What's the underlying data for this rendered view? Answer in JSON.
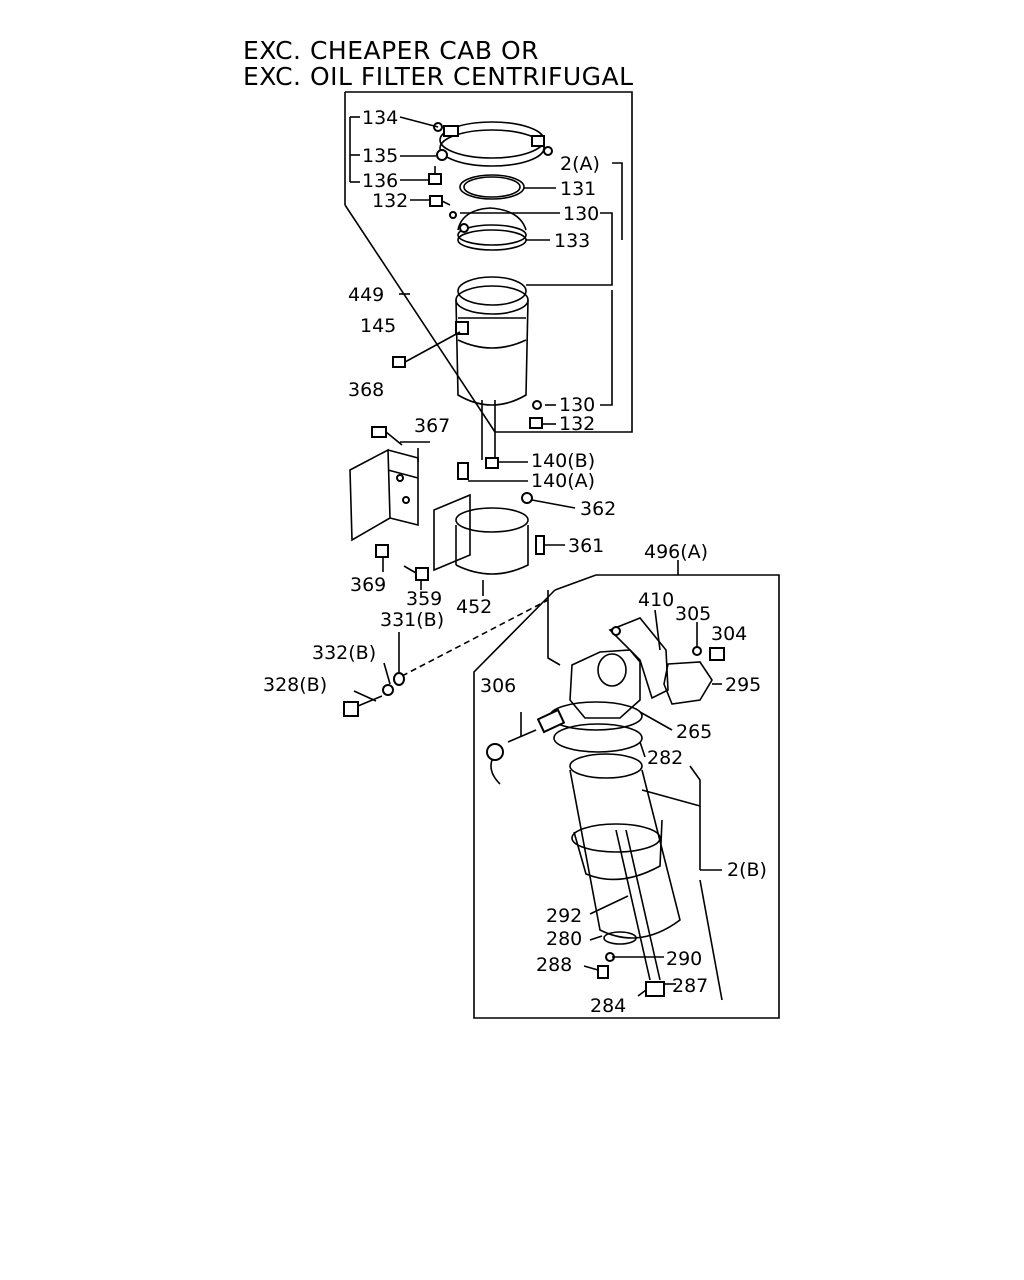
{
  "title": {
    "line1": "EXC. CHEAPER CAB OR",
    "line2": "EXC. OIL FILTER CENTRIFUGAL"
  },
  "callouts": [
    {
      "id": "c134",
      "text": "134"
    },
    {
      "id": "c135",
      "text": "135"
    },
    {
      "id": "c136",
      "text": "136"
    },
    {
      "id": "c132a",
      "text": "132"
    },
    {
      "id": "c2a",
      "text": "2(A)"
    },
    {
      "id": "c131",
      "text": "131"
    },
    {
      "id": "c130a",
      "text": "130"
    },
    {
      "id": "c133",
      "text": "133"
    },
    {
      "id": "c449",
      "text": "449"
    },
    {
      "id": "c145",
      "text": "145"
    },
    {
      "id": "c368",
      "text": "368"
    },
    {
      "id": "c130b",
      "text": "130"
    },
    {
      "id": "c132b",
      "text": "132"
    },
    {
      "id": "c367",
      "text": "367"
    },
    {
      "id": "c140b",
      "text": "140(B)"
    },
    {
      "id": "c140a",
      "text": "140(A)"
    },
    {
      "id": "c362",
      "text": "362"
    },
    {
      "id": "c361",
      "text": "361"
    },
    {
      "id": "c369",
      "text": "369"
    },
    {
      "id": "c359",
      "text": "359"
    },
    {
      "id": "c452",
      "text": "452"
    },
    {
      "id": "c496a",
      "text": "496(A)"
    },
    {
      "id": "c410",
      "text": "410"
    },
    {
      "id": "c305",
      "text": "305"
    },
    {
      "id": "c304",
      "text": "304"
    },
    {
      "id": "c331b",
      "text": "331(B)"
    },
    {
      "id": "c332b",
      "text": "332(B)"
    },
    {
      "id": "c328b",
      "text": "328(B)"
    },
    {
      "id": "c295",
      "text": "295"
    },
    {
      "id": "c306",
      "text": "306"
    },
    {
      "id": "c265",
      "text": "265"
    },
    {
      "id": "c282",
      "text": "282"
    },
    {
      "id": "c2b",
      "text": "2(B)"
    },
    {
      "id": "c292",
      "text": "292"
    },
    {
      "id": "c280",
      "text": "280"
    },
    {
      "id": "c288",
      "text": "288"
    },
    {
      "id": "c290",
      "text": "290"
    },
    {
      "id": "c287",
      "text": "287"
    },
    {
      "id": "c284",
      "text": "284"
    }
  ]
}
